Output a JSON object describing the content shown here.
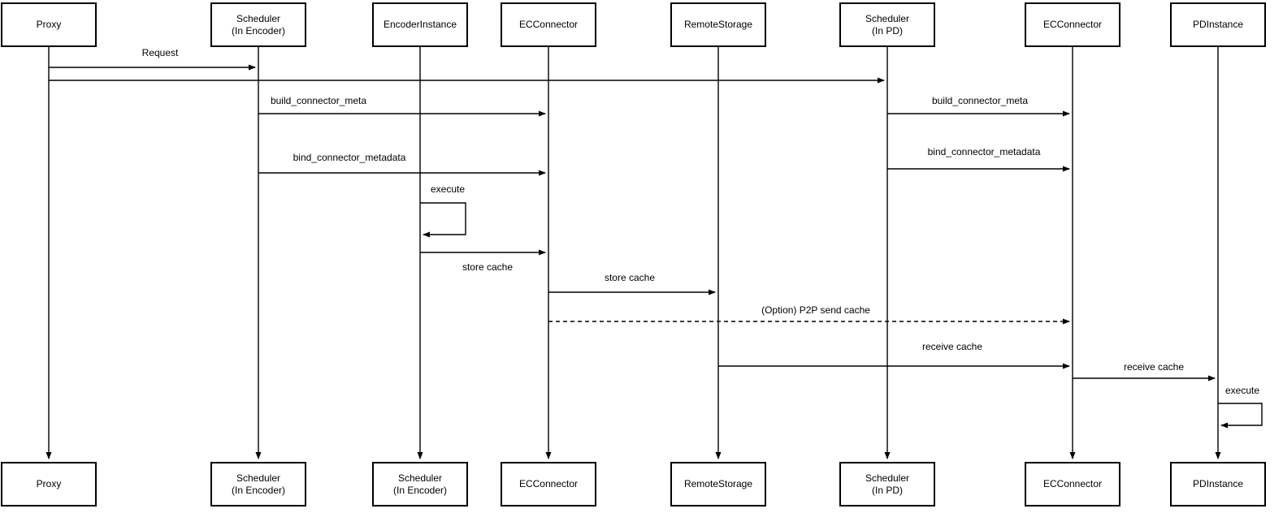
{
  "diagram": {
    "type": "sequence-diagram",
    "colors": {
      "line": "#000000",
      "box_fill": "#ffffff",
      "box_border": "#000000",
      "text": "#000000",
      "background": "#ffffff"
    },
    "participants_top": [
      {
        "label": "Proxy"
      },
      {
        "label": "Scheduler\n(In Encoder)"
      },
      {
        "label": "EncoderInstance"
      },
      {
        "label": "ECConnector"
      },
      {
        "label": "RemoteStorage"
      },
      {
        "label": "Scheduler\n(In PD)"
      },
      {
        "label": "ECConnector"
      },
      {
        "label": "PDInstance"
      }
    ],
    "participants_bottom": [
      {
        "label": "Proxy"
      },
      {
        "label": "Scheduler\n(In Encoder)"
      },
      {
        "label": "Scheduler\n(In Encoder)"
      },
      {
        "label": "ECConnector"
      },
      {
        "label": "RemoteStorage"
      },
      {
        "label": "Scheduler\n(In PD)"
      },
      {
        "label": "ECConnector"
      },
      {
        "label": "PDInstance"
      }
    ],
    "messages": [
      {
        "label": "Request",
        "from": "Proxy",
        "to": "Scheduler (In Encoder)",
        "style": "solid"
      },
      {
        "label": "",
        "from": "Proxy",
        "to": "Scheduler (In PD)",
        "style": "solid"
      },
      {
        "label": "build_connector_meta",
        "from": "Scheduler (In Encoder)",
        "to": "ECConnector",
        "style": "solid"
      },
      {
        "label": "build_connector_meta",
        "from": "Scheduler (In PD)",
        "to": "ECConnector",
        "style": "solid"
      },
      {
        "label": "bind_connector_metadata",
        "from": "Scheduler (In Encoder)",
        "to": "ECConnector",
        "style": "solid"
      },
      {
        "label": "bind_connector_metadata",
        "from": "Scheduler (In PD)",
        "to": "ECConnector",
        "style": "solid"
      },
      {
        "label": "execute",
        "from": "EncoderInstance",
        "to": "EncoderInstance",
        "style": "self-loop"
      },
      {
        "label": "store cache",
        "from": "EncoderInstance",
        "to": "ECConnector",
        "style": "solid"
      },
      {
        "label": "store cache",
        "from": "ECConnector",
        "to": "RemoteStorage",
        "style": "solid"
      },
      {
        "label": "(Option) P2P send cache",
        "from": "ECConnector",
        "to": "ECConnector (PD side)",
        "style": "dashed"
      },
      {
        "label": "receive cache",
        "from": "RemoteStorage",
        "to": "ECConnector (PD side)",
        "style": "solid"
      },
      {
        "label": "receive cache",
        "from": "ECConnector (PD side)",
        "to": "PDInstance",
        "style": "solid"
      },
      {
        "label": "execute",
        "from": "PDInstance",
        "to": "PDInstance",
        "style": "self-loop"
      }
    ]
  }
}
